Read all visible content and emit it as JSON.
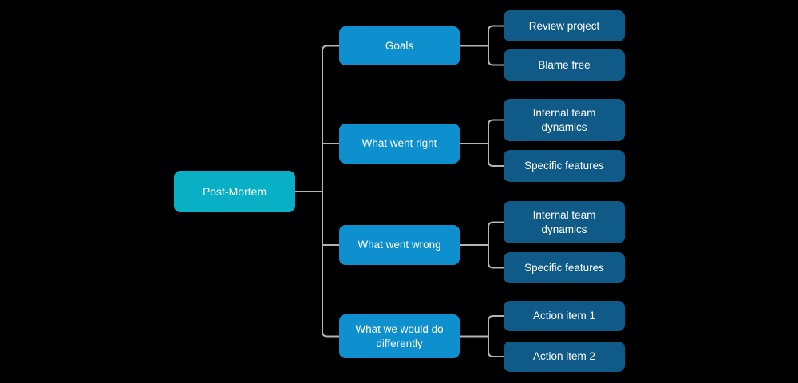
{
  "diagram": {
    "type": "mindmap",
    "root": {
      "label": "Post-Mortem"
    },
    "branches": [
      {
        "label": "Goals",
        "children": [
          {
            "label": "Review project"
          },
          {
            "label": "Blame free"
          }
        ]
      },
      {
        "label": "What went right",
        "children": [
          {
            "label": "Internal team dynamics"
          },
          {
            "label": "Specific features"
          }
        ]
      },
      {
        "label": "What went wrong",
        "children": [
          {
            "label": "Internal team dynamics"
          },
          {
            "label": "Specific features"
          }
        ]
      },
      {
        "label": "What we would do differently",
        "children": [
          {
            "label": "Action item 1"
          },
          {
            "label": "Action item 2"
          }
        ]
      }
    ]
  },
  "colors": {
    "background": "#000000",
    "root_node": "#09afc4",
    "branch_node": "#0e90cf",
    "leaf_node": "#0f5a87",
    "connector": "#b3b3b3",
    "text": "#ffffff"
  }
}
